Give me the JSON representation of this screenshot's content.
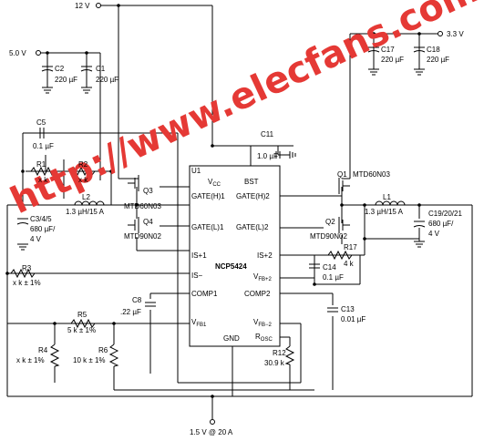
{
  "rails": {
    "v12": "12 V",
    "v5": "5.0 V",
    "v33": "3.3 V",
    "v15": "1.5 V @ 20 A"
  },
  "ic": {
    "ref": "U1",
    "name": "NCP5424",
    "pins": {
      "vcc": "V",
      "vcc_sub": "CC",
      "bst": "BST",
      "gate_h1": "GATE(H)1",
      "gate_h2": "GATE(H)2",
      "gate_l1": "GATE(L)1",
      "gate_l2": "GATE(L)2",
      "is_plus1": "IS+1",
      "is_plus2": "IS+2",
      "is_minus": "IS−",
      "vfb_plus2": "V",
      "vfb_plus2_sub": "FB+2",
      "comp1": "COMP1",
      "comp2": "COMP2",
      "vfb1": "V",
      "vfb1_sub": "FB1",
      "vfb_minus2": "V",
      "vfb_minus2_sub": "FB−2",
      "gnd": "GND",
      "rosc": "R",
      "rosc_sub": "OSC"
    }
  },
  "components": {
    "c2": [
      "C2",
      "220 µF"
    ],
    "c1": [
      "C1",
      "220 µF"
    ],
    "c17": [
      "C17",
      "220 µF"
    ],
    "c18": [
      "C18",
      "220 µF"
    ],
    "c5": [
      "C5",
      "0.1 µF"
    ],
    "c11": [
      "C11",
      "1.0 µF"
    ],
    "r1": [
      "R1",
      "x k"
    ],
    "r2": [
      "R2",
      "x k"
    ],
    "l2": [
      "L2",
      "1.3 µH/15 A"
    ],
    "q3": [
      "Q3",
      "MTD60N03"
    ],
    "q4": [
      "Q4",
      "MTD90N02"
    ],
    "q1": [
      "Q1",
      "MTD60N03"
    ],
    "q2": [
      "Q2",
      "MTD90N02"
    ],
    "l1": [
      "L1",
      "1.3 µH/15 A"
    ],
    "c345": [
      "C3/4/5",
      "680 µF/",
      "4 V"
    ],
    "c192021": [
      "C19/20/21",
      "680 µF/",
      "4 V"
    ],
    "r17": [
      "R17",
      "4 k"
    ],
    "c14": [
      "C14",
      "0.1 µF"
    ],
    "r3": [
      "R3",
      "x k ± 1%"
    ],
    "c8": [
      "C8",
      ".22 µF"
    ],
    "r5": [
      "R5",
      "5 k ± 1%"
    ],
    "r4": [
      "R4",
      "x k ± 1%"
    ],
    "r6": [
      "R6",
      "10 k ± 1%"
    ],
    "c13": [
      "C13",
      "0.01 µF"
    ],
    "r12": [
      "R12",
      "30.9 k"
    ]
  },
  "watermark": "http://www.elecfans.com",
  "colors": {
    "ink": "#000000",
    "watermark": "#e53935"
  }
}
